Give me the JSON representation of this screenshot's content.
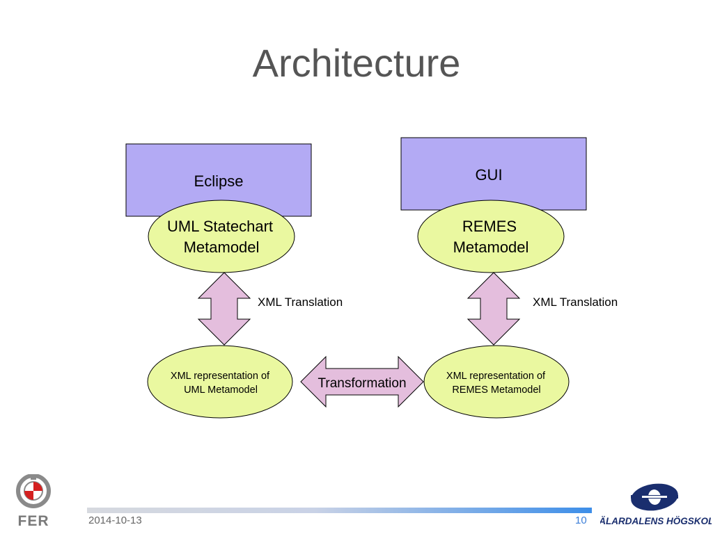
{
  "slide": {
    "title": "Architecture",
    "footer": {
      "date": "2014-10-13",
      "page_number": "10"
    }
  },
  "diagram": {
    "left": {
      "box_label": "Eclipse",
      "metamodel_line1": "UML Statechart",
      "metamodel_line2": "Metamodel",
      "translation_label": "XML Translation",
      "xml_line1": "XML representation of",
      "xml_line2": "UML Metamodel"
    },
    "right": {
      "box_label": "GUI",
      "metamodel_line1": "REMES",
      "metamodel_line2": "Metamodel",
      "translation_label": "XML Translation",
      "xml_line1": "XML representation of",
      "xml_line2": "REMES Metamodel"
    },
    "transformation_label": "Transformation"
  },
  "colors": {
    "box_fill": "#b3aaf4",
    "ellipse_fill": "#eaf8a0",
    "arrow_fill": "#e4bedd",
    "title": "#555555",
    "page_number": "#3d7fd8"
  },
  "logos": {
    "left": {
      "text": "FER"
    },
    "right": {
      "text": "MÄLARDALENS HÖGSKOLA"
    }
  }
}
